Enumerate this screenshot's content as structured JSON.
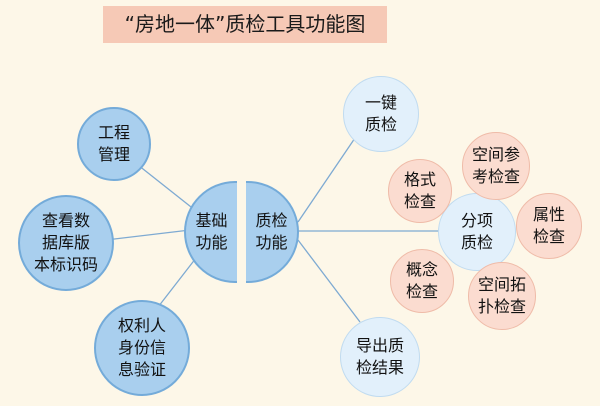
{
  "title": "“房地一体”质检工具功能图",
  "left_hub": {
    "label": "基础\n功能"
  },
  "right_hub": {
    "label": "质检\n功能"
  },
  "left_nodes": [
    {
      "label": "工程\n管理"
    },
    {
      "label": "查看数\n据库版\n本标识码"
    },
    {
      "label": "权利人\n身份信\n息验证"
    }
  ],
  "right_nodes": [
    {
      "label": "一键\n质检"
    },
    {
      "label": "分项\n质检"
    },
    {
      "label": "导出质\n检结果"
    }
  ],
  "sub_nodes": [
    {
      "label": "格式\n检查"
    },
    {
      "label": "空间参\n考检查"
    },
    {
      "label": "属性\n检查"
    },
    {
      "label": "概念\n检查"
    },
    {
      "label": "空间拓\n扑检查"
    }
  ],
  "colors": {
    "background": "#fdf7e8",
    "title_bg": "#f6c9b6",
    "node_blue": "#a9cfee",
    "node_pale": "#e2f0fb",
    "node_peach": "#fbdcd0",
    "connector": "#7eaad2"
  }
}
